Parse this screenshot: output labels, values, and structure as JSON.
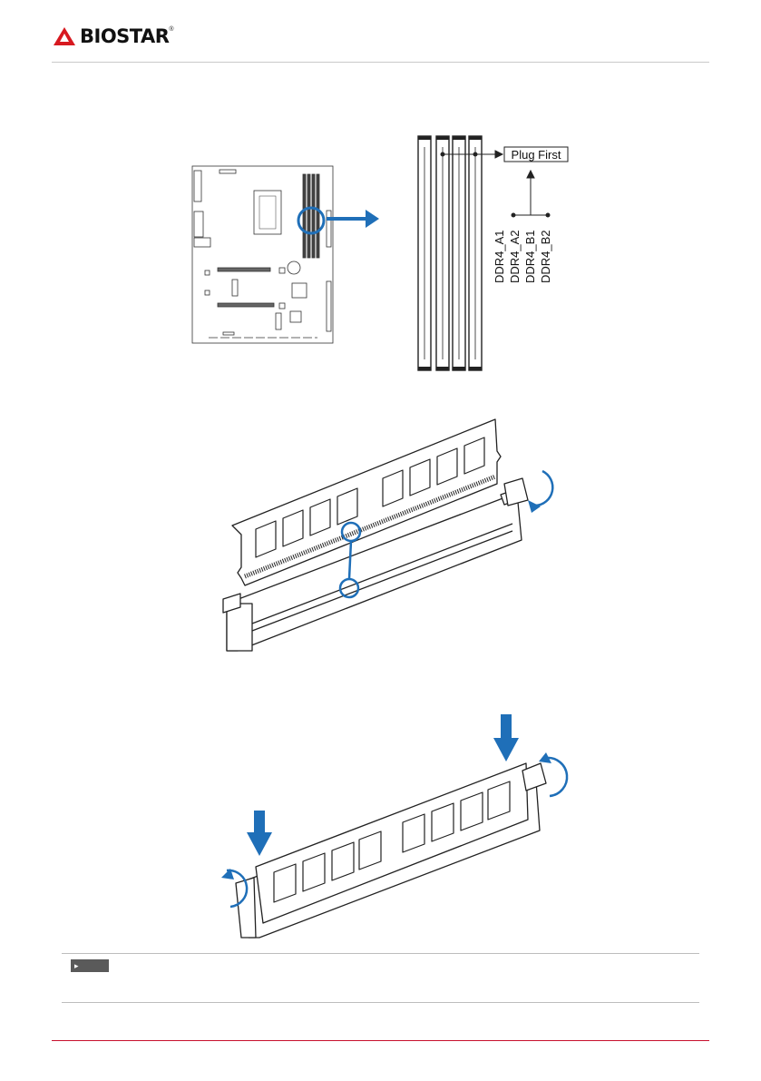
{
  "brand": {
    "name": "BIOSTAR",
    "reg": "®",
    "accent": "#d71920"
  },
  "figure1": {
    "callout": "Plug First",
    "slots": [
      "DDR4_A1",
      "DDR4_A2",
      "DDR4_B1",
      "DDR4_B2"
    ]
  },
  "note": {
    "tag": ""
  },
  "colors": {
    "highlight": "#1f6fb8",
    "rule": "#c8102e"
  }
}
